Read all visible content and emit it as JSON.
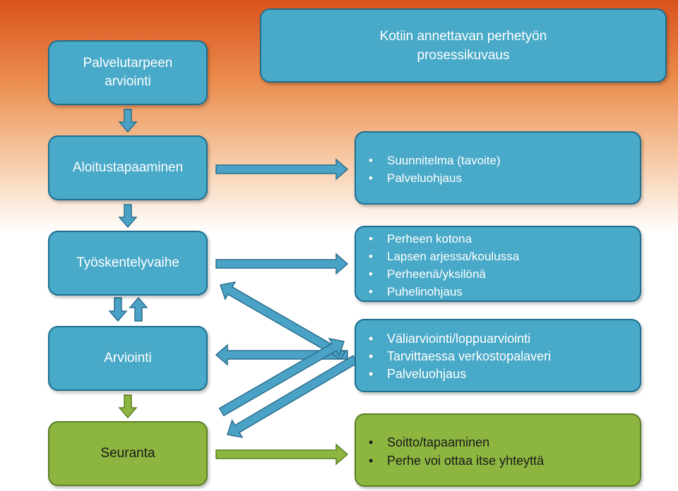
{
  "steps": {
    "palvelutarve": "Palvelutarpeen\narviointi",
    "aloitus": "Aloitustapaaminen",
    "tyoskentely": "Työskentelyvaihe",
    "arviointi": "Arviointi",
    "seuranta": "Seuranta"
  },
  "title": "Kotiin annettavan perhetyön\nprosessikuvaus",
  "panels": {
    "suunnitelma": [
      "Suunnitelma (tavoite)",
      "Palveluohjaus"
    ],
    "perheen": [
      "Perheen kotona",
      "Lapsen arjessa/koulussa",
      "Perheenä/yksilönä",
      "Puhelinohjaus"
    ],
    "valiarviointi": [
      "Väliarviointi/loppuarviointi",
      "Tarvittaessa verkostopalaveri",
      "Palveluohjaus"
    ],
    "soitto": [
      "Soitto/tapaaminen",
      "Perhe voi ottaa itse yhteyttä"
    ]
  },
  "colors": {
    "box_blue": "#48a9c8",
    "box_green": "#8db640",
    "arrow_blue": "#4aa3c7",
    "arrow_green": "#8db640",
    "white_text": "#ffffff"
  }
}
